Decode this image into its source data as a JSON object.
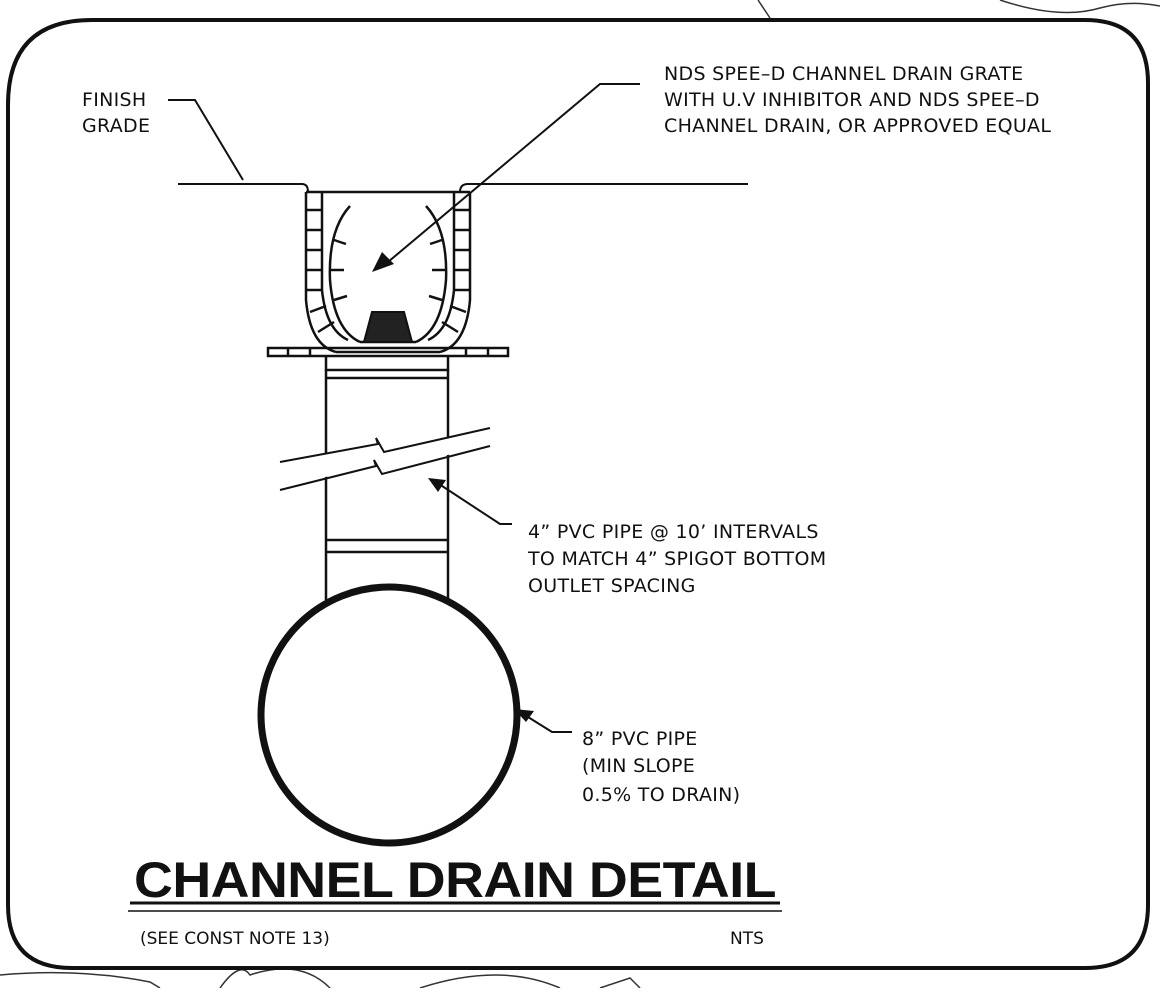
{
  "labels": {
    "finish_grade": [
      "FINISH",
      "GRADE"
    ],
    "grate_note": [
      "NDS SPEE–D CHANNEL DRAIN GRATE",
      "WITH U.V INHIBITOR AND NDS SPEE–D",
      "CHANNEL DRAIN, OR APPROVED EQUAL"
    ],
    "pipe_note": [
      "4” PVC PIPE @ 10’ INTERVALS",
      "TO MATCH 4” SPIGOT BOTTOM",
      "OUTLET SPACING"
    ],
    "main_pipe_note": [
      "8” PVC PIPE",
      "(MIN  SLOPE",
      "0.5% TO DRAIN)"
    ]
  },
  "title": "CHANNEL DRAIN DETAIL",
  "subtitle": "(SEE CONST  NOTE 13)",
  "scale": "NTS",
  "colors": {
    "ink": "#111111",
    "paper": "#ffffff"
  }
}
